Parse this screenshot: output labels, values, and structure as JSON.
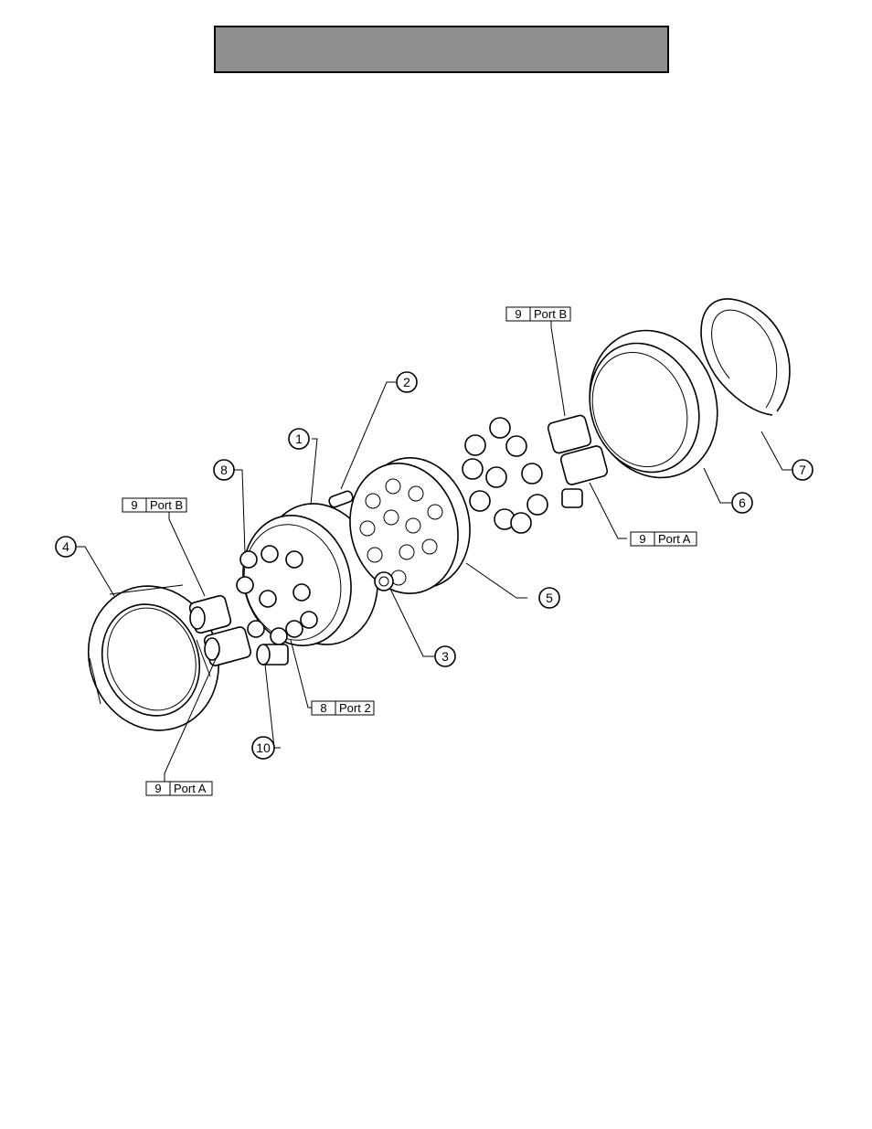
{
  "header": {
    "title": ""
  },
  "balloons": [
    {
      "id": "b1",
      "text": "1"
    },
    {
      "id": "b2",
      "text": "2"
    },
    {
      "id": "b3",
      "text": "3"
    },
    {
      "id": "b4",
      "text": "4"
    },
    {
      "id": "b5",
      "text": "5"
    },
    {
      "id": "b6",
      "text": "6"
    },
    {
      "id": "b7",
      "text": "7"
    },
    {
      "id": "b8",
      "text": "8"
    },
    {
      "id": "b10",
      "text": "10"
    }
  ],
  "tags": [
    {
      "id": "t9b-right",
      "item": "9",
      "port": "Port B"
    },
    {
      "id": "t9a-right",
      "item": "9",
      "port": "Port A"
    },
    {
      "id": "t9b-left",
      "item": "9",
      "port": "Port B"
    },
    {
      "id": "t9a-left",
      "item": "9",
      "port": "Port A"
    },
    {
      "id": "t8-port2",
      "item": "8",
      "port": "Port 2"
    }
  ]
}
